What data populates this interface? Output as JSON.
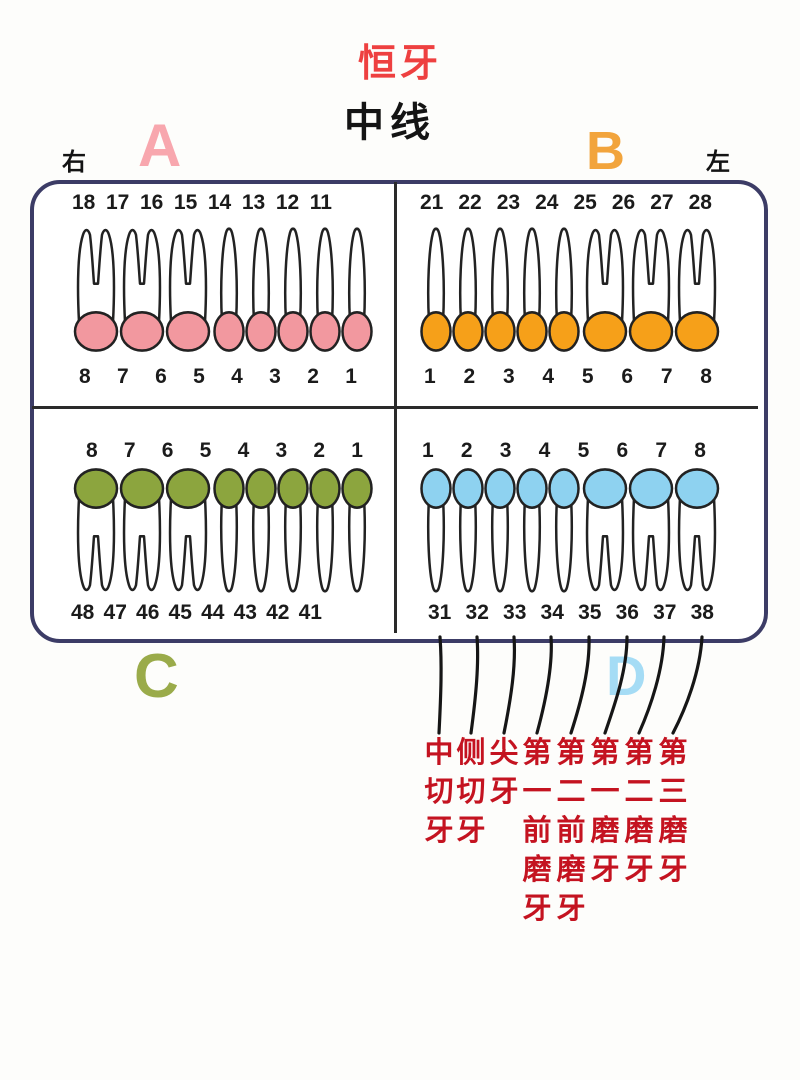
{
  "title": "恒牙",
  "midline_label": "中线",
  "side_labels": {
    "right": "右",
    "left": "左"
  },
  "quadrant_letters": {
    "a": "A",
    "b": "B",
    "c": "C",
    "d": "D"
  },
  "numbers": {
    "a_fdi": [
      "18",
      "17",
      "16",
      "15",
      "14",
      "13",
      "12",
      "11"
    ],
    "a_universal": [
      "8",
      "7",
      "6",
      "5",
      "4",
      "3",
      "2",
      "1"
    ],
    "b_fdi": [
      "21",
      "22",
      "23",
      "24",
      "25",
      "26",
      "27",
      "28"
    ],
    "b_universal": [
      "1",
      "2",
      "3",
      "4",
      "5",
      "6",
      "7",
      "8"
    ],
    "c_universal": [
      "8",
      "7",
      "6",
      "5",
      "4",
      "3",
      "2",
      "1"
    ],
    "c_fdi": [
      "48",
      "47",
      "46",
      "45",
      "44",
      "43",
      "42",
      "41"
    ],
    "d_universal": [
      "1",
      "2",
      "3",
      "4",
      "5",
      "6",
      "7",
      "8"
    ],
    "d_fdi": [
      "31",
      "32",
      "33",
      "34",
      "35",
      "36",
      "37",
      "38"
    ]
  },
  "tooth_type_labels": [
    "中切牙",
    "侧切牙",
    "尖牙",
    "第一前磨牙",
    "第二前磨牙",
    "第一磨牙",
    "第二磨牙",
    "第三磨牙"
  ],
  "colors": {
    "quadA": "#f2989f",
    "quadB": "#f6a019",
    "quadC": "#8ca53e",
    "quadD": "#8ed2f0",
    "letterA": "#f8a7ae",
    "letterB": "#f2a43c",
    "letterC": "#9aab4a",
    "letterD": "#a5dcf5",
    "titleRed": "#ee4040",
    "labelRed": "#c41320",
    "border": "#3c3c66"
  }
}
